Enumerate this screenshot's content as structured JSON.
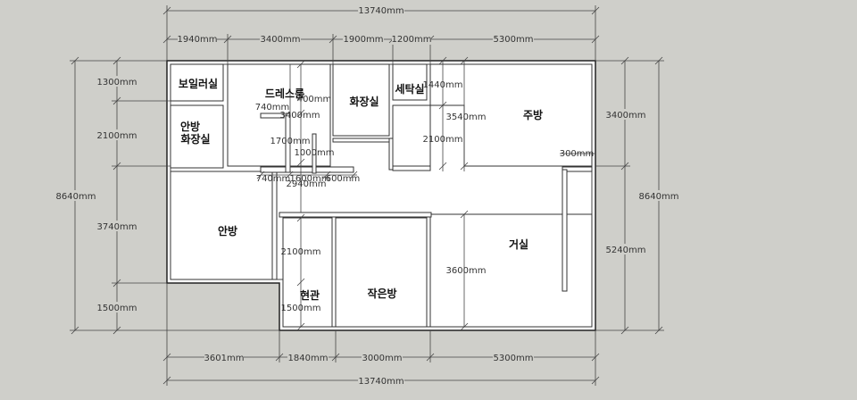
{
  "rooms": {
    "boiler": "보일러실",
    "dress": "드레스룸",
    "powder": "화장실",
    "laundry": "세탁실",
    "kitchen": "주방",
    "master_bath_1": "안방",
    "master_bath_2": "화장실",
    "master_bed": "안방",
    "living": "거실",
    "entrance": "현관",
    "small_room": "작은방"
  },
  "dims": {
    "top_total": "13740mm",
    "top_1": "1940mm",
    "top_2": "3400mm",
    "top_3": "1900mm",
    "top_4": "1200mm",
    "top_5": "5300mm",
    "bottom_1": "3601mm",
    "bottom_2": "1840mm",
    "bottom_3": "3000mm",
    "bottom_4": "5300mm",
    "bottom_total": "13740mm",
    "left_total": "8640mm",
    "left_1": "1300mm",
    "left_2": "2100mm",
    "left_3": "3740mm",
    "left_4": "1500mm",
    "right_1": "3400mm",
    "right_2": "5240mm",
    "right_total": "8640mm",
    "in_740": "740mm",
    "in_400": "400mm",
    "in_3400": "3400mm",
    "in_1700": "1700mm",
    "in_1000": "1000mm",
    "in_1440": "1440mm",
    "in_3540": "3540mm",
    "in_2100": "2100mm",
    "in_300": "300mm",
    "in_b740": "740mm",
    "in_1600": "1600mm",
    "in_600": "600mm",
    "in_2940": "2940mm",
    "in_e2100": "2100mm",
    "in_e1500": "1500mm",
    "in_3600": "3600mm"
  }
}
